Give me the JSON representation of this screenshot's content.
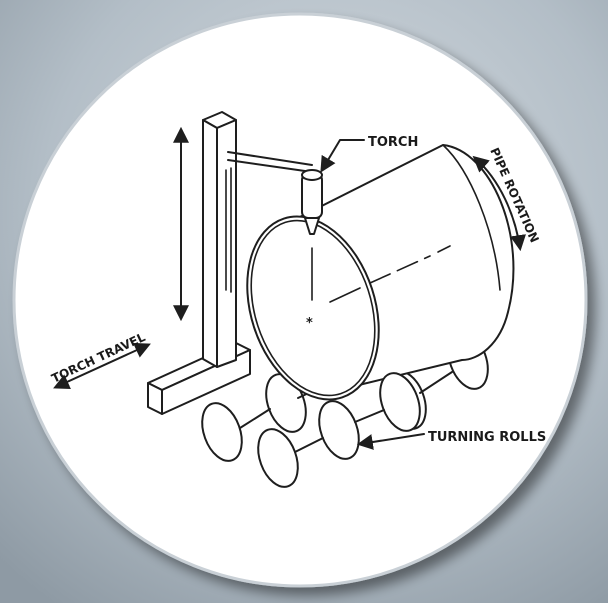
{
  "labels": {
    "torch": "TORCH",
    "pipe_rotation": "PIPE ROTATION",
    "torch_travel": "TORCH TRAVEL",
    "turning_rolls": "TURNING ROLLS",
    "center_mark": "*"
  },
  "colors": {
    "background": "#a9b4bd",
    "disc": "#ffffff",
    "ink": "#1e1e1e"
  }
}
